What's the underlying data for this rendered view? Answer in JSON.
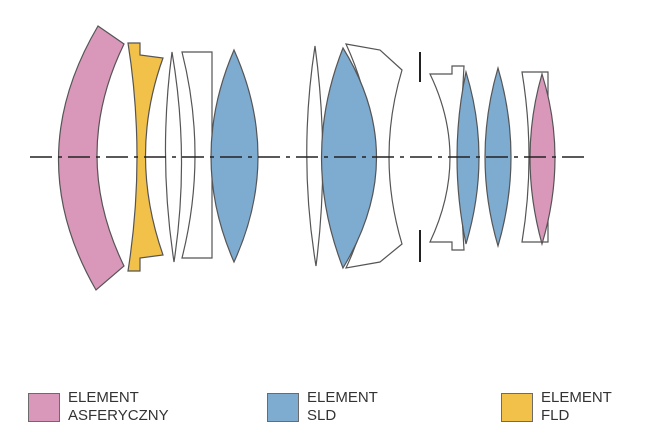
{
  "colors": {
    "aspherical": "#d998b9",
    "sld": "#7eabd0",
    "fld": "#f2c14a",
    "clear": "#ffffff",
    "outline": "#555555",
    "axis": "#222222"
  },
  "legend": [
    {
      "line1": "ELEMENT",
      "line2": "ASFERYCZNY",
      "color": "#d998b9"
    },
    {
      "line1": "ELEMENT",
      "line2": "SLD",
      "color": "#7eabd0"
    },
    {
      "line1": "ELEMENT",
      "line2": "FLD",
      "color": "#f2c14a"
    }
  ]
}
